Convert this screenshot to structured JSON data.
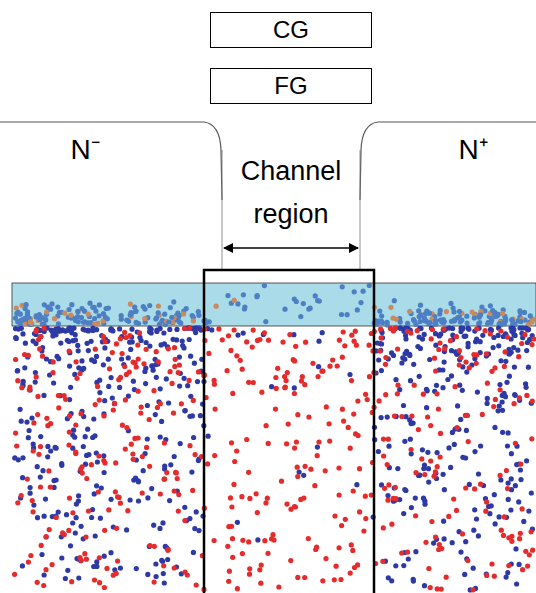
{
  "diagram": {
    "nodes": [
      {
        "text": [
          "CG"
        ]
      },
      {
        "text": [
          "FG"
        ]
      },
      {
        "text": [
          "N⁻"
        ]
      },
      {
        "text": [
          "N⁺"
        ]
      }
    ],
    "labels": [
      "Channel region"
    ]
  }
}
